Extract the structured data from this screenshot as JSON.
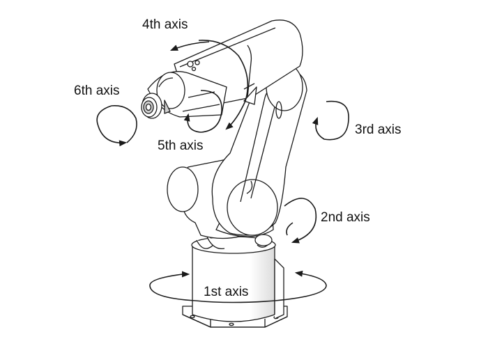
{
  "diagram": {
    "labels": {
      "axis1": "1st axis",
      "axis2": "2nd axis",
      "axis3": "3rd axis",
      "axis4": "4th axis",
      "axis5": "5th axis",
      "axis6": "6th axis"
    },
    "colors": {
      "line": "#1a1a1a",
      "body_fill": "#ffffff",
      "shade": "#d9d9d9",
      "background": "#ffffff"
    }
  }
}
